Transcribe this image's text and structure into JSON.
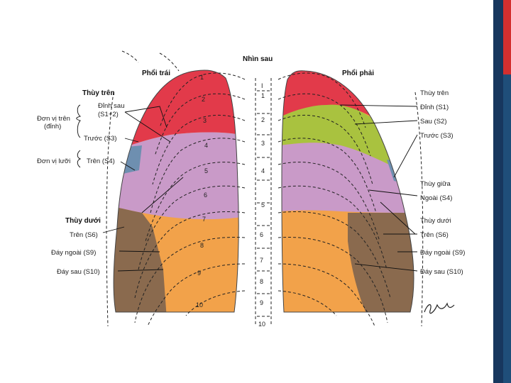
{
  "title": "Nhìn sau",
  "left_lung": {
    "title": "Phổi trái",
    "lobes": [
      {
        "label": "Thùy trên"
      },
      {
        "label": "Thùy dưới"
      }
    ],
    "groups": [
      {
        "label_line1": "Đơn vị trên",
        "label_line2": "(đỉnh)"
      },
      {
        "label_line1": "Đơn vị lưỡi"
      }
    ],
    "segments": [
      {
        "label": "Đỉnh sau",
        "sub": "(S1+2)"
      },
      {
        "label": "Trước (S3)"
      },
      {
        "label": "Trên (S4)"
      },
      {
        "label": "Trên (S6)"
      },
      {
        "label": "Đáy ngoài (S9)"
      },
      {
        "label": "Đáy sau (S10)"
      }
    ]
  },
  "right_lung": {
    "title": "Phổi phải",
    "lobes": [
      {
        "label": "Thùy trên"
      },
      {
        "label": "Thùy giữa"
      },
      {
        "label": "Thùy dưới"
      }
    ],
    "segments": [
      {
        "label": "Đỉnh (S1)"
      },
      {
        "label": "Sau (S2)"
      },
      {
        "label": "Trước (S3)"
      },
      {
        "label": "Ngoài (S4)"
      },
      {
        "label": "Trên (S6)"
      },
      {
        "label": "Đáy ngoài (S9)"
      },
      {
        "label": "Đáy sau (S10)"
      }
    ]
  },
  "rib_numbers": [
    "1",
    "2",
    "3",
    "4",
    "5",
    "6",
    "7",
    "8",
    "9",
    "10"
  ],
  "vertebra_numbers": [
    "I",
    "1",
    "2",
    "3",
    "4",
    "5",
    "6",
    "7",
    "8",
    "9",
    "10"
  ],
  "colors": {
    "apical_posterior": "#e23a4a",
    "posterior": "#a9c23f",
    "anterior": "#c99ac8",
    "lingula_middle": "#d9a6c8",
    "superior_lower": "#8a6a4e",
    "basal": "#f2a24a",
    "medial_blue": "#6e8fb0",
    "stripe_dark": "#17375e",
    "stripe_red": "#d32f2f"
  }
}
